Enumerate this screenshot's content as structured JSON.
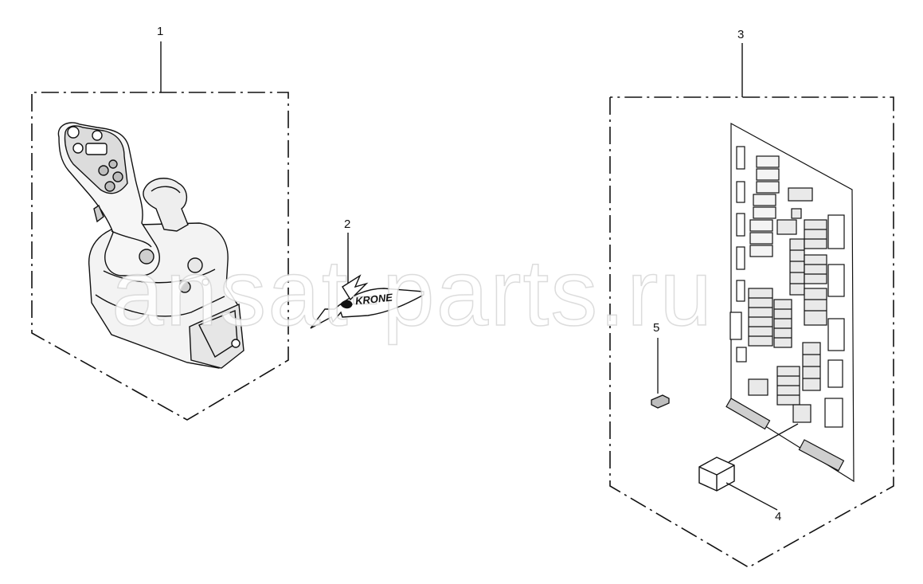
{
  "callouts": {
    "c1": "1",
    "c2": "2",
    "c3": "3",
    "c4": "4",
    "c5": "5"
  },
  "logo": {
    "brand": "KRONE"
  },
  "watermark": {
    "text": "ansat-parts.ru"
  },
  "colors": {
    "line": "#111111",
    "part_fill": "#ffffff",
    "shade": "#9a9a9a",
    "watermark": "#d7d7d7"
  }
}
